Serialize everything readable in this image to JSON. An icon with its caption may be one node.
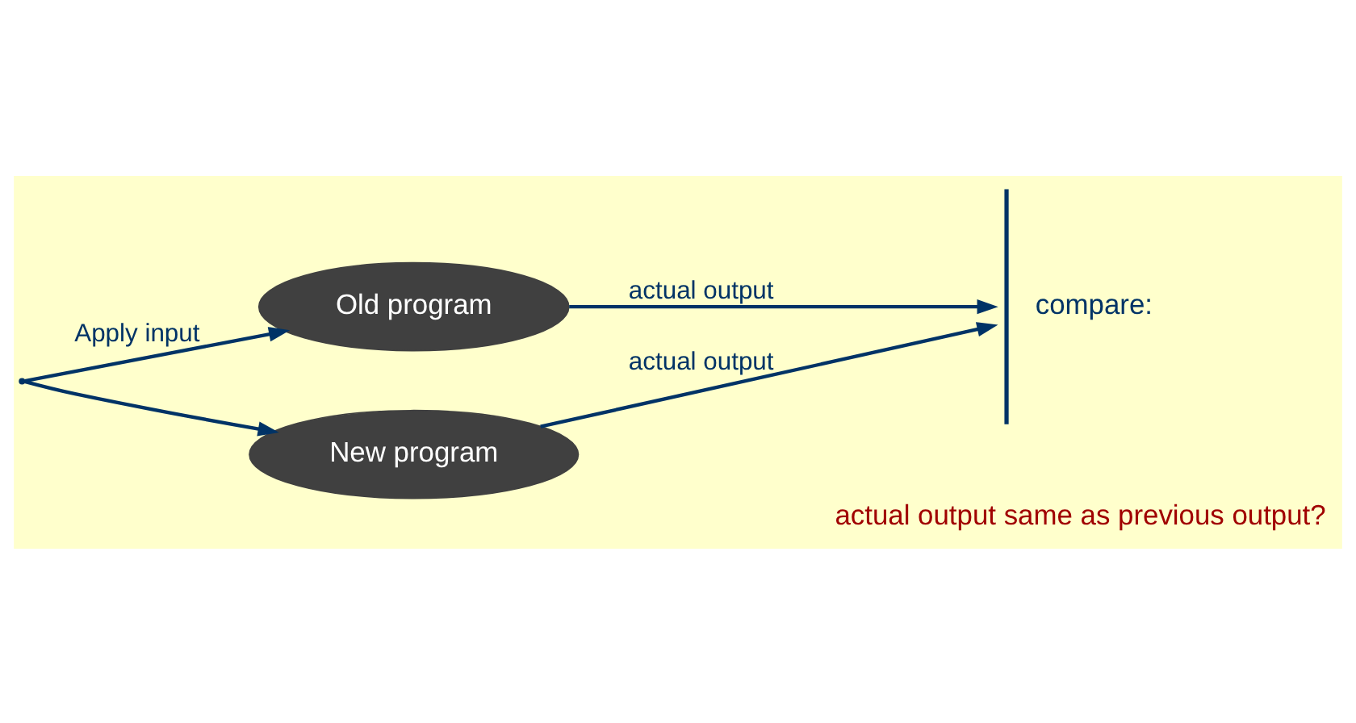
{
  "diagram": {
    "nodes": [
      {
        "text": [],
        "shape": "point"
      },
      {
        "text": [
          "Old program"
        ]
      },
      {
        "text": [
          "New program"
        ]
      },
      {
        "text": [
          "compare:"
        ]
      }
    ],
    "edges": [
      {
        "from": 0,
        "to": 1,
        "arrow": "to",
        "label": "Apply input"
      },
      {
        "from": 0,
        "to": 2,
        "arrow": "to"
      },
      {
        "from": 1,
        "to": 3,
        "arrow": "to",
        "label": "actual output"
      },
      {
        "from": 2,
        "to": 3,
        "arrow": "to",
        "label": "actual output"
      }
    ],
    "labels": [
      "actual output same as previous output?"
    ]
  }
}
